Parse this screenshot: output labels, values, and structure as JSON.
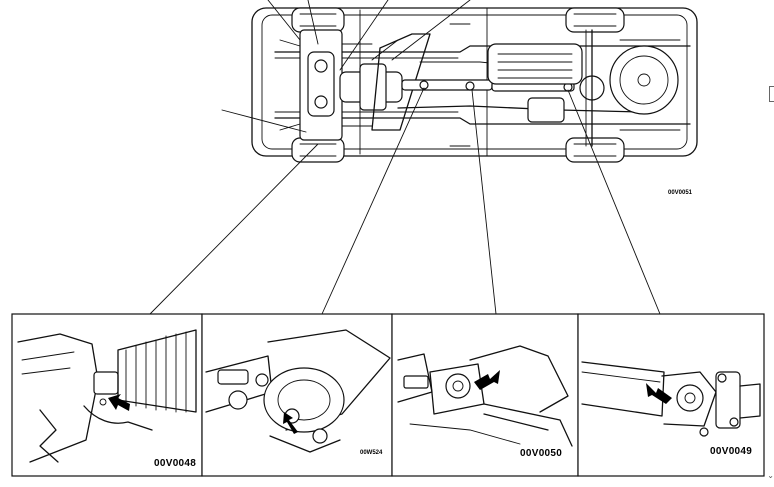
{
  "overview": {
    "code": "00V0051"
  },
  "details": [
    {
      "code": "00V0048"
    },
    {
      "code": "00W524"
    },
    {
      "code": "00V0050"
    },
    {
      "code": "00V0049"
    }
  ]
}
